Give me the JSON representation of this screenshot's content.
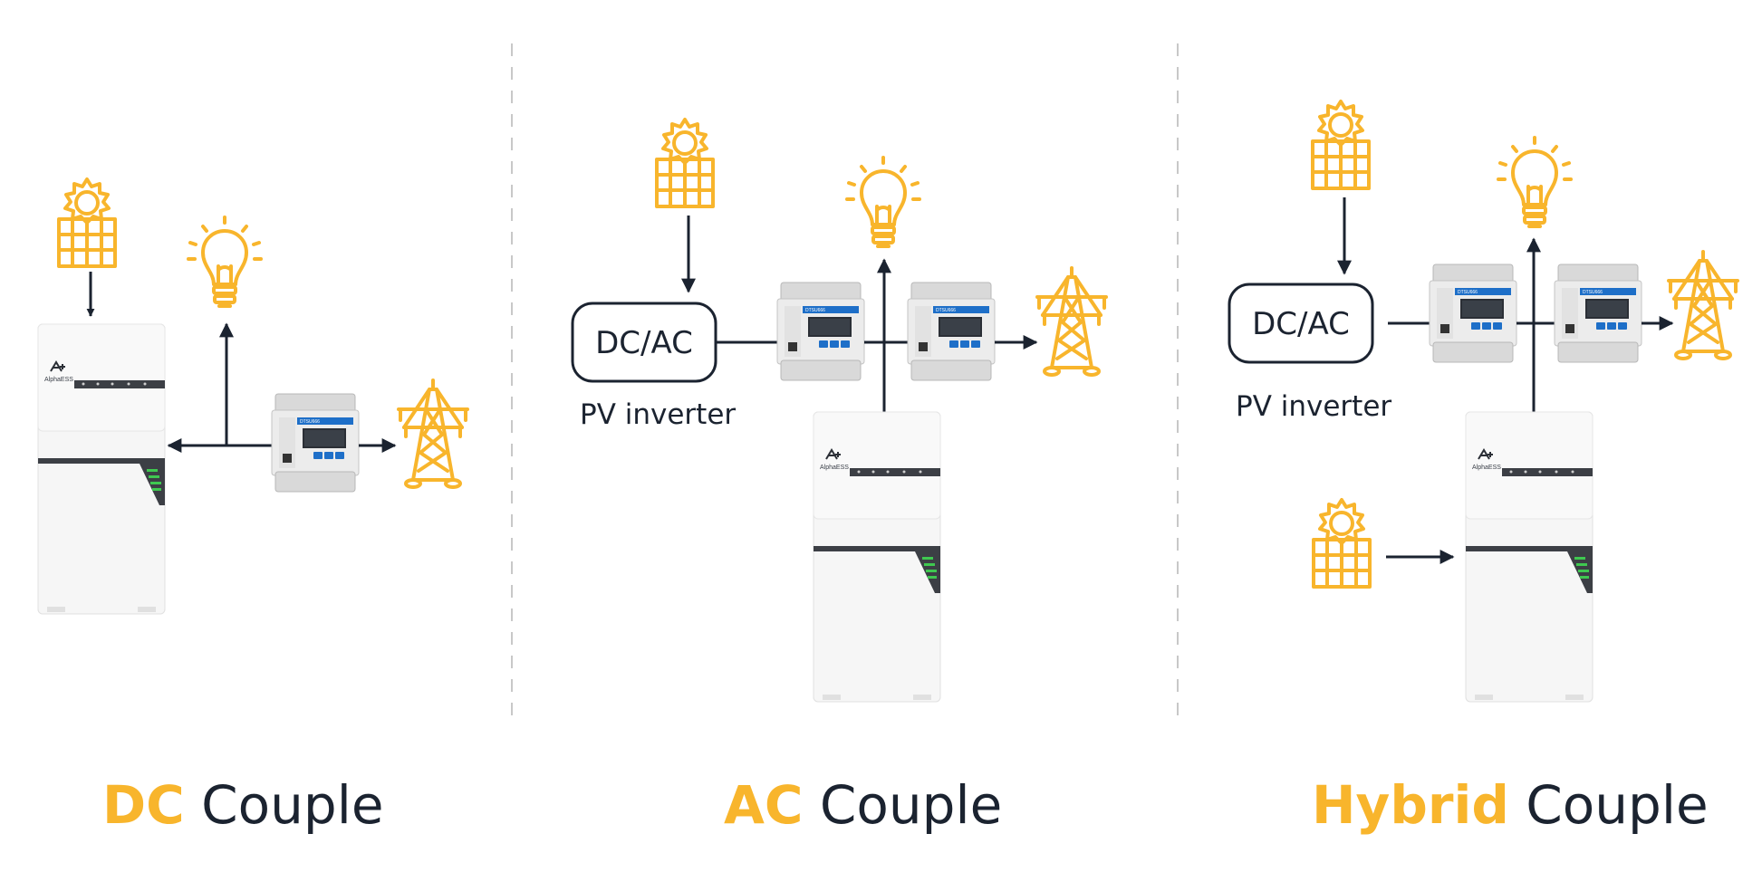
{
  "colors": {
    "accent": "#f8b52c",
    "line": "#1b2330",
    "divider": "#c8c8c8",
    "battery_body": "#f5f5f5",
    "battery_band": "#3c3f45",
    "led": "#3fc850",
    "meter_blue": "#1e6fc8"
  },
  "icons": [
    "solar-panel-icon",
    "light-bulb-icon",
    "pylon-icon",
    "energy-meter-icon",
    "battery-icon"
  ],
  "battery_brand": "AlphaESS",
  "panels": [
    {
      "id": "dc",
      "title_accent": "DC",
      "title_rest": " Couple"
    },
    {
      "id": "ac",
      "title_accent": "AC",
      "title_rest": " Couple",
      "box_label": "DC/AC",
      "pv_label": "PV inverter"
    },
    {
      "id": "hybrid",
      "title_accent": "Hybrid",
      "title_rest": " Couple",
      "box_label": "DC/AC",
      "pv_label": "PV inverter"
    }
  ]
}
